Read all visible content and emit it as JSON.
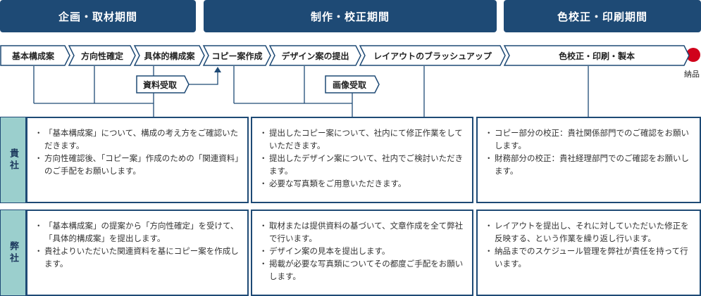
{
  "colors": {
    "navy": "#1e4a75",
    "teal": "#9bcfcd",
    "red": "#d0021b"
  },
  "phases": [
    {
      "label": "企画・取材期間"
    },
    {
      "label": "制作・校正期間"
    },
    {
      "label": "色校正・印刷期間"
    }
  ],
  "steps": [
    {
      "label": "基本構成案"
    },
    {
      "label": "方向性確定"
    },
    {
      "label": "具体的構成案"
    },
    {
      "label": "コピー案作成"
    },
    {
      "label": "デザイン案の提出"
    },
    {
      "label": "レイアウトのブラッシュアップ"
    },
    {
      "label": "色校正・印刷・製本"
    }
  ],
  "tags": [
    {
      "label": "資料受取"
    },
    {
      "label": "画像受取"
    }
  ],
  "finish": {
    "label": "納品"
  },
  "rows": [
    {
      "side": "貴社",
      "boxes": [
        {
          "items": [
            "「基本構成案」について、構成の考え方をご確認いただきます。",
            "方向性確認後､「コピー案」作成のための「関連資料」のご手配をお願いします。"
          ]
        },
        {
          "items": [
            "提出したコピー案について、社内にて修正作業をしていただきます。",
            "提出したデザイン案について、社内でご検討いただきます。",
            "必要な写真類をご用意いただきます。"
          ]
        },
        {
          "items": [
            "コピー部分の校正：貴社関係部門でのご確認をお願いします。",
            "財務部分の校正：貴社経理部門でのご確認をお願いします。"
          ]
        }
      ]
    },
    {
      "side": "弊社",
      "boxes": [
        {
          "items": [
            "「基本構成案」の提案から「方向性確定」を受けて、「具体的構成案」を提出します。",
            "貴社よりいただいた関連資料を基にコピー案を作成します。"
          ]
        },
        {
          "items": [
            "取材または提供資料の基づいて、文章作成を全て弊社で行います。",
            "デザイン案の見本を提出します。",
            "掲載が必要な写真類についてその都度ご手配をお願いします。"
          ]
        },
        {
          "items": [
            "レイアウトを提出し、それに対していただいた修正を反映する、という作業を繰り返し行います。",
            "納品までのスケジュール管理を弊社が責任を持って行います。"
          ]
        }
      ]
    }
  ]
}
